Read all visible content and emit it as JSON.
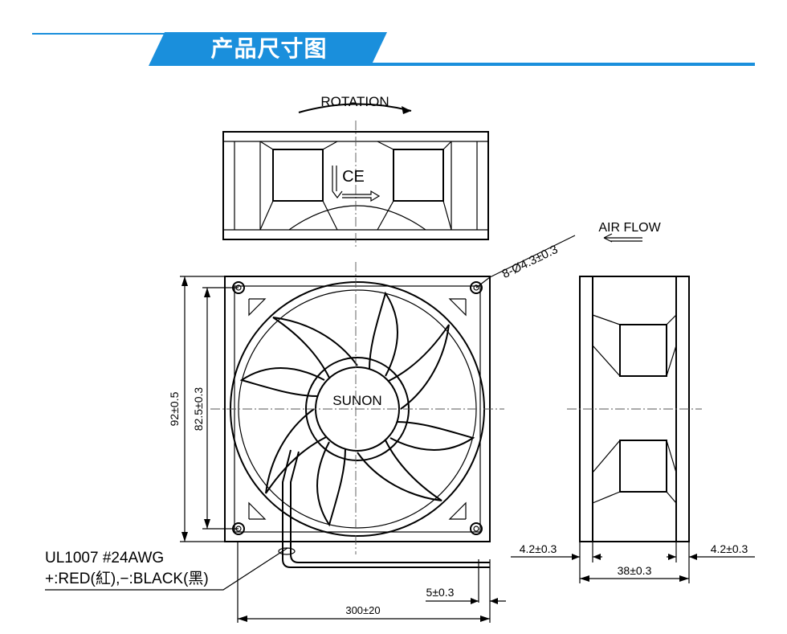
{
  "header": {
    "title": "产品尺寸图",
    "accent_color": "#1a8fdc"
  },
  "drawing": {
    "rotation_label": "ROTATION",
    "airflow_label": "AIR FLOW",
    "brand_label": "SUNON",
    "certification_mark": "CE",
    "mounting_holes": "8-Ø4.3±0.3",
    "frame_height": "92±0.5",
    "hole_spacing": "82.5±0.3",
    "frame_depth": "38±0.3",
    "flange_left": "4.2±0.3",
    "flange_right": "4.2±0.3",
    "wire_stub": "5±0.3",
    "lead_length": "300±20",
    "wire_spec_line1": "UL1007  #24AWG",
    "wire_spec_line2": "+:RED(紅),−:BLACK(黑)"
  }
}
